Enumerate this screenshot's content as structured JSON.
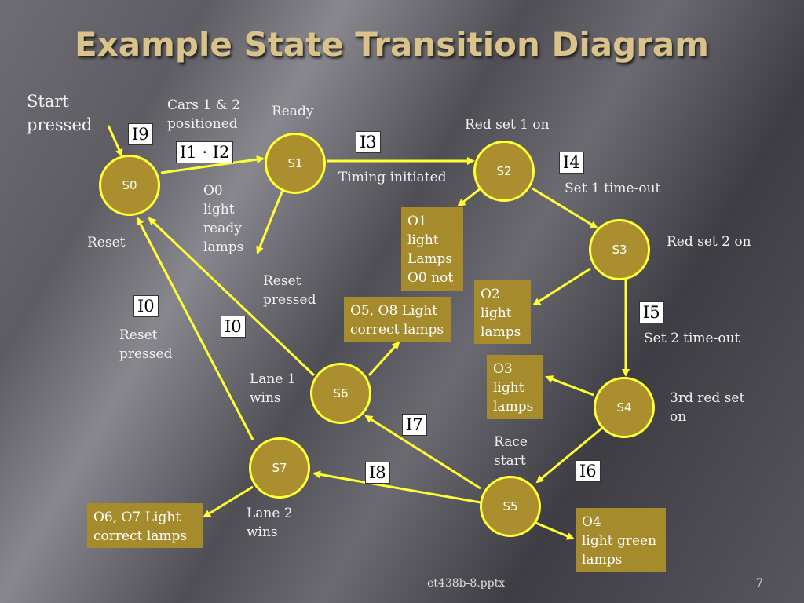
{
  "title": "Example State Transition Diagram",
  "states": [
    "S0",
    "S1",
    "S2",
    "S3",
    "S4",
    "S5",
    "S6",
    "S7"
  ],
  "labels": {
    "start": "Start\npressed",
    "cars": "Cars 1 & 2\npositioned",
    "ready": "Ready",
    "red1": "Red set 1 on",
    "timing": "Timing initiated",
    "set1": "Set 1 time-out",
    "red2": "Red set 2 on",
    "reset": "Reset",
    "reset_pressed_a": "Reset\npressed",
    "reset_pressed_b": "Reset\npressed",
    "set2": "Set 2 time-out",
    "red3": "3rd red set\non",
    "lane1": "Lane 1\n wins",
    "race": "Race\nstart",
    "lane2": "Lane  2\n wins",
    "o0": "O0\nlight\nready\nlamps"
  },
  "inputs": {
    "i9": "I9",
    "i1i2": "I1 · I2",
    "i3": "I3",
    "i4": "I4",
    "i0a": "I0",
    "i0b": "I0",
    "i5": "I5",
    "i7": "I7",
    "i8": "I8",
    "i6": "I6"
  },
  "outputs": {
    "o1": "O1\nlight\nLamps\nO0 not",
    "o58": "O5, O8 Light\ncorrect lamps",
    "o2": "O2\nlight\nlamps",
    "o3": "O3\nlight\nlamps",
    "o67": "O6, O7 Light\ncorrect lamps",
    "o4": "O4\nlight green\nlamps"
  },
  "footer": {
    "file": "et438b-8.pptx",
    "page": "7"
  },
  "colors": {
    "state_fill": "#ab8f2e",
    "state_border": "#ffff33",
    "arrow": "#ffff33",
    "title": "#d9c38a"
  }
}
